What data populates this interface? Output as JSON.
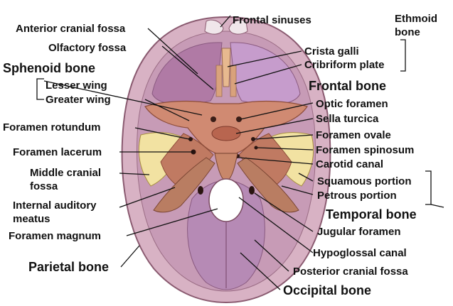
{
  "labels": {
    "frontal_sinuses": "Frontal sinuses",
    "ethmoid_bone_1": "Ethmoid",
    "ethmoid_bone_2": "bone",
    "anterior_cranial_fossa": "Anterior cranial fossa",
    "olfactory_fossa": "Olfactory fossa",
    "crista_galli": "Crista galli",
    "cribriform_plate": "Cribriform plate",
    "sphenoid_bone": "Sphenoid bone",
    "frontal_bone": "Frontal bone",
    "lesser_wing": "Lesser wing",
    "greater_wing": "Greater wing",
    "optic_foramen": "Optic foramen",
    "sella_turcica": "Sella turcica",
    "foramen_rotundum": "Foramen rotundum",
    "foramen_ovale": "Foramen ovale",
    "foramen_lacerum": "Foramen lacerum",
    "foramen_spinosum": "Foramen spinosum",
    "carotid_canal": "Carotid canal",
    "middle_cranial_fossa_1": "Middle cranial",
    "middle_cranial_fossa_2": "fossa",
    "squamous_portion": "Squamous portion",
    "petrous_portion": "Petrous portion",
    "internal_auditory_meatus_1": "Internal auditory",
    "internal_auditory_meatus_2": "meatus",
    "temporal_bone": "Temporal bone",
    "foramen_magnum": "Foramen magnum",
    "jugular_foramen": "Jugular foramen",
    "hypoglossal_canal": "Hypoglossal canal",
    "parietal_bone": "Parietal bone",
    "posterior_cranial_fossa": "Posterior cranial fossa",
    "occipital_bone": "Occipital bone"
  },
  "colors": {
    "outer_skull": "#d8b2c4",
    "skull_rim": "#8a5a70",
    "frontal_fossa": "#b585a8",
    "posterior_fossa": "#b68ab5",
    "sphenoid": "#d08a72",
    "petrous": "#b97d62",
    "squamous": "#f2e2a2",
    "foramen_magnum": "#ffffff"
  }
}
